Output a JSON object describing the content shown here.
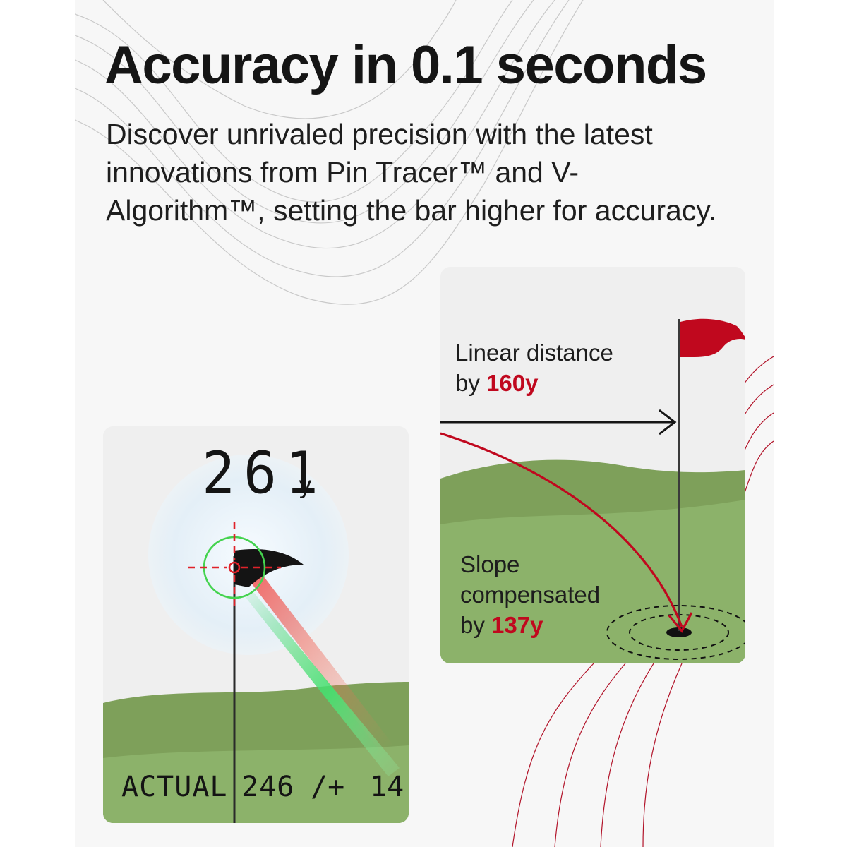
{
  "headline": "Accuracy in 0.1 seconds",
  "intro": "Discover unrivaled precision with the latest innovations from Pin Tracer™ and V-Algorithm™, setting the bar higher for accuracy.",
  "scope_display": {
    "distance": "261",
    "unit": "y",
    "actual_label": "ACTUAL",
    "actual_value": "246",
    "separator": "/+",
    "difference": "14"
  },
  "slope_card": {
    "linear_label": "Linear distance",
    "linear_by": "by",
    "linear_value": "160y",
    "slope_label_1": "Slope",
    "slope_label_2": "compensated",
    "slope_by": "by",
    "slope_value": "137y"
  },
  "colors": {
    "accent": "#c0081e",
    "grass_light": "#8cb26a",
    "grass_dark": "#7ea05a",
    "laser_red": "#f03c3c",
    "laser_green": "#3cd86a"
  },
  "icons": [
    "flag-icon",
    "crosshair-icon",
    "arrow-icon",
    "hole-icon"
  ]
}
